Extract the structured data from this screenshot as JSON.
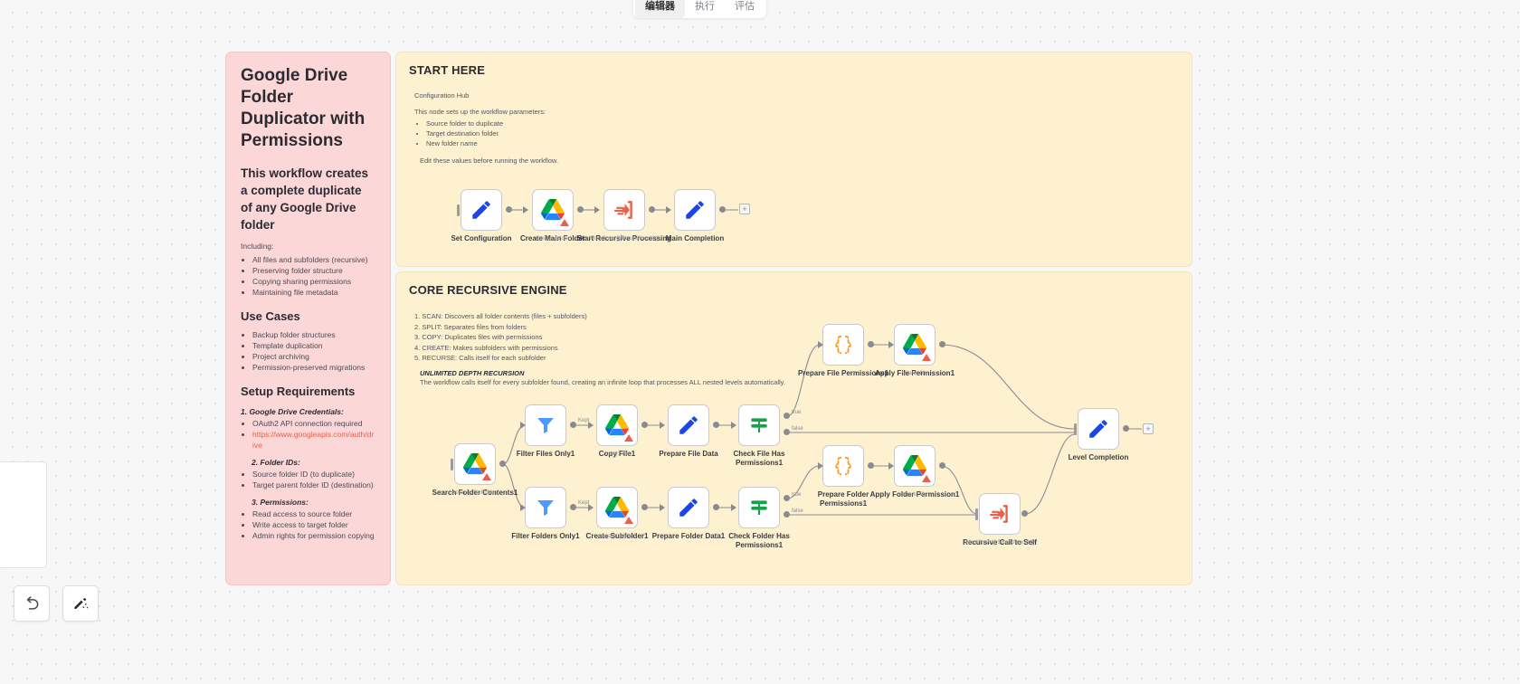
{
  "tabs": [
    {
      "label": "编辑器",
      "active": true
    },
    {
      "label": "执行",
      "active": false
    },
    {
      "label": "评估",
      "active": false
    }
  ],
  "pink_note": {
    "title": "Google Drive Folder Duplicator with Permissions",
    "subtitle": "This workflow creates a complete duplicate of any Google Drive folder",
    "including_label": "Including:",
    "including": [
      "All files and subfolders (recursive)",
      "Preserving folder structure",
      "Copying sharing permissions",
      "Maintaining file metadata"
    ],
    "use_cases_heading": "Use Cases",
    "use_cases": [
      "Backup folder structures",
      "Template duplication",
      "Project archiving",
      "Permission-preserved migrations"
    ],
    "setup_heading": "Setup Requirements",
    "cred_heading": "1. Google Drive Credentials:",
    "cred_items": [
      "OAuth2 API connection required"
    ],
    "cred_link": "https://www.googleapis.com/auth/drive",
    "folder_heading": "2. Folder IDs:",
    "folder_items": [
      "Source folder ID (to duplicate)",
      "Target parent folder ID (destination)"
    ],
    "perm_heading": "3. Permissions:",
    "perm_items": [
      "Read access to source folder",
      "Write access to target folder",
      "Admin rights for permission copying"
    ]
  },
  "start_note": {
    "title": "START HERE",
    "subtitle": "Configuration Hub",
    "intro": "This node sets up the workflow parameters:",
    "items": [
      "Source folder to duplicate",
      "Target destination folder",
      "New folder name"
    ],
    "footer": "Edit these values before running the workflow."
  },
  "engine_note": {
    "title": "CORE RECURSIVE ENGINE",
    "steps": [
      "1. SCAN: Discovers all folder contents (files + subfolders)",
      "2. SPLIT: Separates files from folders",
      "3. COPY: Duplicates files with permissions",
      "4. CREATE: Makes subfolders with permissions",
      "5. RECURSE: Calls itself for each subfolder"
    ],
    "emph_title": "UNLIMITED DEPTH RECURSION",
    "emph_body": "The workflow calls itself for every subfolder found, creating an infinite loop that processes ALL nested levels automatically."
  },
  "nodes": {
    "set_configuration": {
      "label": "Set Configuration",
      "icon": "pencil-icon",
      "sub1": "",
      "sub2": ""
    },
    "create_main_folder": {
      "label": "Create Main Folder",
      "icon": "google-drive-icon",
      "sub1": "create: folder",
      "sub2": ""
    },
    "start_recursive": {
      "label": "Start Recursive Processing",
      "icon": "execute-workflow-icon",
      "sub1": "",
      "sub2": "Workflow: {{ $workflow.id }}"
    },
    "main_completion": {
      "label": "Main Completion",
      "icon": "pencil-icon",
      "sub1": "",
      "sub2": ""
    },
    "search_folder_contents": {
      "label": "Search Folder Contents1",
      "icon": "google-drive-icon",
      "sub1": "search: fileFolder",
      "sub2": ""
    },
    "filter_files_only": {
      "label": "Filter Files Only1",
      "icon": "filter-icon",
      "sub1": "",
      "sub2": ""
    },
    "copy_file": {
      "label": "Copy File1",
      "icon": "google-drive-icon",
      "sub1": "copy: file",
      "sub2": ""
    },
    "prepare_file_data": {
      "label": "Prepare File Data",
      "icon": "pencil-icon",
      "sub1": "",
      "sub2": ""
    },
    "check_file_has_perms": {
      "label": "Check File Has Permissions1",
      "icon": "if-switch-icon",
      "sub1": "",
      "sub2": ""
    },
    "filter_folders_only": {
      "label": "Filter Folders Only1",
      "icon": "filter-icon",
      "sub1": "",
      "sub2": ""
    },
    "create_subfolder": {
      "label": "Create Subfolder1",
      "icon": "google-drive-icon",
      "sub1": "create: folder",
      "sub2": ""
    },
    "prepare_folder_data": {
      "label": "Prepare Folder Data1",
      "icon": "pencil-icon",
      "sub1": "",
      "sub2": ""
    },
    "check_folder_has_perms": {
      "label": "Check Folder Has Permissions1",
      "icon": "if-switch-icon",
      "sub1": "",
      "sub2": ""
    },
    "prepare_file_perms": {
      "label": "Prepare File Permissions1",
      "icon": "code-braces-icon",
      "sub1": "",
      "sub2": ""
    },
    "apply_file_permission": {
      "label": "Apply File Permission1",
      "icon": "google-drive-icon",
      "sub1": "share: file",
      "sub2": ""
    },
    "prepare_folder_perms": {
      "label": "Prepare Folder Permissions1",
      "icon": "code-braces-icon",
      "sub1": "",
      "sub2": ""
    },
    "apply_folder_permission": {
      "label": "Apply Folder Permission1",
      "icon": "google-drive-icon",
      "sub1": "share: file",
      "sub2": ""
    },
    "recursive_call_to_self": {
      "label": "Recursive Call to Self",
      "icon": "execute-workflow-icon",
      "sub1": "",
      "sub2": "Workflow: {{ $workflow.id }}"
    },
    "level_completion": {
      "label": "Level Completion",
      "icon": "pencil-icon",
      "sub1": "",
      "sub2": ""
    }
  },
  "edge_labels": {
    "kept_files": "Kept",
    "kept_folders": "Kept",
    "file_true": "true",
    "file_false": "false",
    "folder_true": "true",
    "folder_false": "false"
  },
  "controls": {
    "undo": "undo-icon",
    "tidy": "tidy-up-icon",
    "add_node": "+"
  },
  "colors": {
    "sticky_pink": "#fcd7d7",
    "sticky_yellow": "#fdf1d0",
    "canvas": "#f7f7f7",
    "link_red": "#e8614a",
    "node_border": "#c9c9cf",
    "edge": "#8a8a93"
  }
}
